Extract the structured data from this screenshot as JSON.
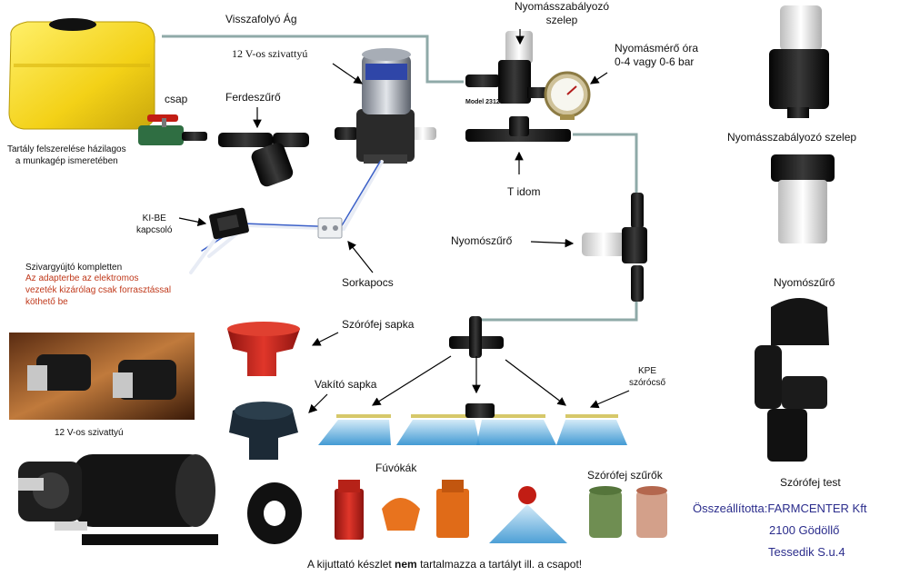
{
  "labels": {
    "return_branch": "Visszafolyó Ág",
    "pressure_regulator_valve": "Nyomásszabályozó\nszelep",
    "pump_12v_top": "12 V-os szivattyú",
    "pressure_gauge": "Nyomásmérő óra\n0-4 vagy 0-6 bar",
    "model_tag": "Model 23120",
    "valve_tap": "csap",
    "inline_filter": "Ferdeszűrő",
    "tank_note": "Tartály felszerelése házilagos\na munkagép ismeretében",
    "t_fitting": "T idom",
    "on_off_switch": "KI-BE\nkapcsoló",
    "pressure_filter": "Nyomószűrő",
    "cigarette_plug_kit": "Szivargyújtó kompletten",
    "wiring_warning": "Az adapterbe az elektromos\nvezeték kizárólag csak forrasztással\nköthető be",
    "terminal_block": "Sorkapocs",
    "nozzle_cap": "Szórófej sapka",
    "blind_cap": "Vakító sapka",
    "kpe_pipe": "KPE\nszórócső",
    "pump_12v_photo": "12 V-os szivattyú",
    "nozzles": "Fúvókák",
    "nozzle_filters": "Szórófej szűrők",
    "right_regulator": "Nyomásszabályozó szelep",
    "right_filter": "Nyomószűrő",
    "nozzle_body": "Szórófej test",
    "compiled_by": "Összeállította:FARMCENTER  Kft",
    "address_city": "2100 Gödöllő",
    "address_street": "Tessedik S.u.4",
    "footer_before": "A kijuttató készlet ",
    "footer_bold": "nem",
    "footer_after": " tartalmazza a tartályt ill. a csapot!"
  },
  "colors": {
    "pipe": "#8faaa8",
    "tank": "#f3d117",
    "red_part": "#d2281e",
    "orange_part": "#e8731e",
    "spray": "#4aa3d8",
    "black_part": "#1b1b1b",
    "white_part": "#e6e6e6",
    "brass": "#c8b06a",
    "credit": "#2b2d8c",
    "warning": "#c0391b"
  }
}
